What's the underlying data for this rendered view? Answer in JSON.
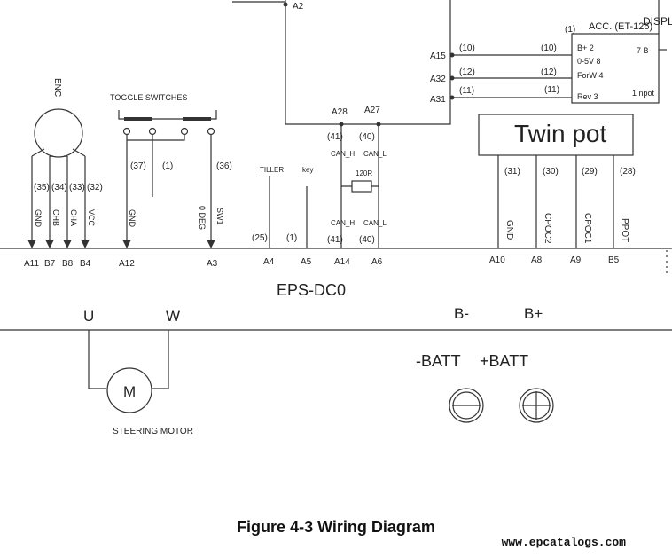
{
  "labels": {
    "enc": "ENC",
    "toggle_switches": "TOGGLE SWITCHES",
    "twin_pot": "Twin pot",
    "acc": "ACC. (ET-126)",
    "display": "DISPLA",
    "controller": "EPS-DC0",
    "u": "U",
    "w": "W",
    "motor": "M",
    "steering_motor": "STEERING MOTOR",
    "b_minus": "B-",
    "b_plus": "B+",
    "batt_minus": "-BATT",
    "batt_plus": "+BATT",
    "resistor": "120R",
    "tiller": "TILLER",
    "key": "key"
  },
  "pins": {
    "a11": "A11",
    "b7": "B7",
    "b8": "B8",
    "b4": "B4",
    "a12": "A12",
    "a3": "A3",
    "a4": "A4",
    "a5": "A5",
    "a14": "A14",
    "a6": "A6",
    "a10": "A10",
    "a8": "A8",
    "a9": "A9",
    "b5": "B5",
    "a2": "A2",
    "a28": "A28",
    "a27": "A27",
    "a15": "A15",
    "a32": "A32",
    "a31": "A31"
  },
  "wires": {
    "w35": "(35)",
    "w34": "(34)",
    "w33": "(33)",
    "w32": "(32)",
    "w37": "(37)",
    "w1": "(1)",
    "w36": "(36)",
    "w25": "(25)",
    "w1b": "(1)",
    "w41": "(41)",
    "w40": "(40)",
    "w41b": "(41)",
    "w40b": "(40)",
    "w31": "(31)",
    "w30": "(30)",
    "w29": "(29)",
    "w28": "(28)",
    "w10": "(10)",
    "w12": "(12)",
    "w11": "(11)",
    "w10r": "(10)",
    "w12r": "(12)",
    "w11r": "(11)",
    "w1acc": "(1)"
  },
  "signals": {
    "gnd": "GND",
    "chb": "CHB",
    "cha": "CHA",
    "vcc": "VCC",
    "gnd_sw": "GND",
    "deg": "0 DEG",
    "sw1": "SW1",
    "canh_top": "CAN_H",
    "canl_top": "CAN_L",
    "canh_bot": "CAN_H",
    "canl_bot": "CAN_L",
    "gnd_pot": "GND",
    "cpoc2": "CPOC2",
    "cpoc1": "CPOC1",
    "ppot": "PPOT"
  },
  "acc_pins": {
    "bplus": "B+  2",
    "v05": "0-5V  8",
    "forw": "ForW 4",
    "rev": "Rev  3",
    "p7b": "7  B-",
    "p1npot": "1  npot"
  },
  "caption": "Figure 4-3 Wiring Diagram",
  "watermark": "www.epcatalogs.com"
}
